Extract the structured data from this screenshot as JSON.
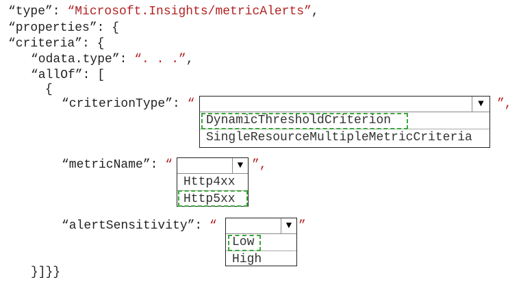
{
  "lines": {
    "l1_key": "“type”: ",
    "l1_val": "“Microsoft.Insights/metricAlerts”",
    "l1_end": ",",
    "l2": "“properties”: {",
    "l3": "“criteria”: {",
    "l4_key": "“odata.type”: ",
    "l4_val": "“. . .”",
    "l4_end": ",",
    "l5": "“allOf”: [",
    "l6": "{",
    "l7_key": "“criterionType”: ",
    "l8_key": "“metricName”: ",
    "l9_key": "“alertSensitivity”: ",
    "open_quote": "“",
    "close_quote_comma": "”,",
    "close_quote": "”",
    "l10": "}]}}"
  },
  "dropdowns": {
    "criterionType": {
      "options": [
        "DynamicThresholdCriterion",
        "SingleResourceMultipleMetricCriteria"
      ],
      "selected": "DynamicThresholdCriterion"
    },
    "metricName": {
      "options": [
        "Http4xx",
        "Http5xx"
      ],
      "selected": "Http5xx"
    },
    "alertSensitivity": {
      "options": [
        "Low",
        "High"
      ],
      "selected": "Low"
    }
  },
  "icons": {
    "dropdown_arrow": "▼"
  },
  "colors": {
    "value": "#b22222",
    "selection": "#3aa53a"
  }
}
